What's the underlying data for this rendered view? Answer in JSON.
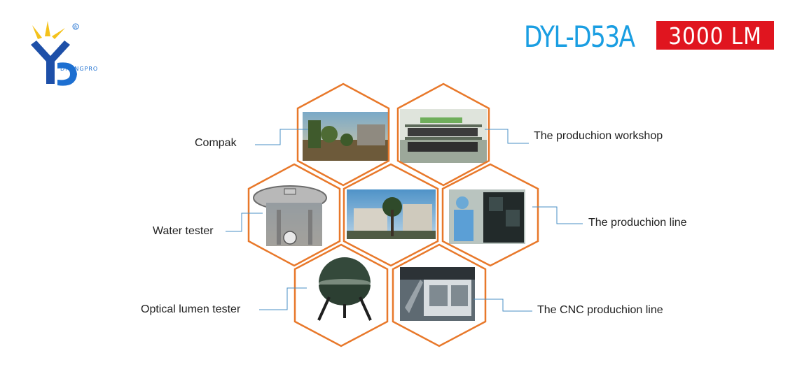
{
  "header": {
    "logo_text": "DIVINGPRO",
    "model": "DYL-D53A",
    "lumen": "3000 LM"
  },
  "colors": {
    "hex_border": "#e8782a",
    "connector": "#4a8fc4",
    "model_text": "#1a9ee2",
    "lumen_bg": "#e0151f"
  },
  "factory": {
    "labels": {
      "compak": "Compak",
      "workshop": "The produchion workshop",
      "water_tester": "Water tester",
      "line": "The produchion line",
      "optical_tester": "Optical lumen tester",
      "cnc_line": "The CNC produchion line"
    }
  }
}
